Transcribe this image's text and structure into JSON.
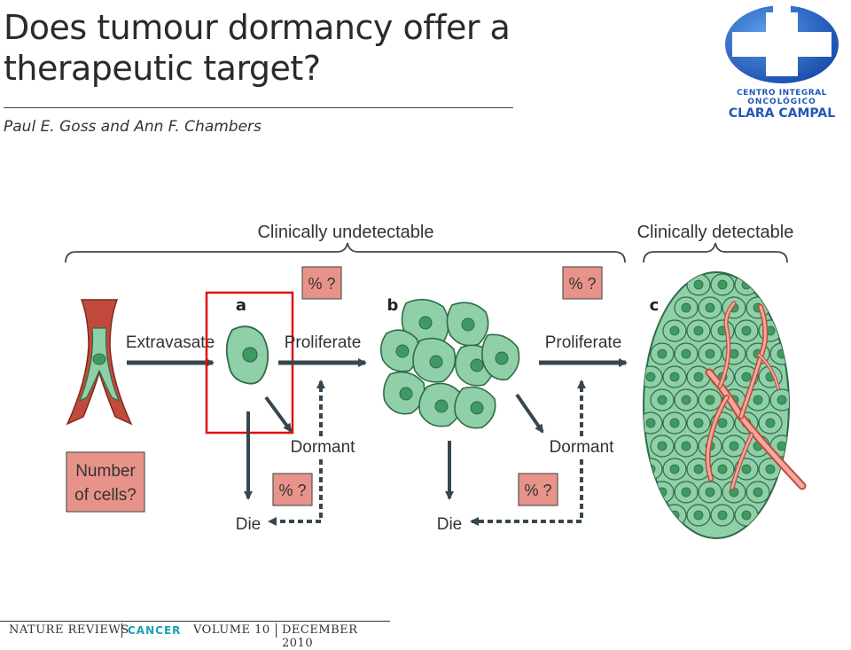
{
  "slide": {
    "title_line1": "Does tumour dormancy offer a",
    "title_line2": "therapeutic target?",
    "authors": "Paul E. Goss and Ann F. Chambers"
  },
  "logo": {
    "line1": "CENTRO INTEGRAL",
    "line2": "ONCOLÓGICO",
    "line3": "CLARA CAMPAL",
    "icon": "blue-cross-logo-icon",
    "color": "#1f58b8"
  },
  "diagram": {
    "brace_left_label": "Clinically undetectable",
    "brace_right_label": "Clinically detectable",
    "stage_a": "a",
    "stage_b": "b",
    "stage_c": "c",
    "extravasate": "Extravasate",
    "proliferate_1": "Proliferate",
    "proliferate_2": "Proliferate",
    "dormant_1": "Dormant",
    "dormant_2": "Dormant",
    "die_1": "Die",
    "die_2": "Die",
    "percent_box": "% ?",
    "number_of_cells_line1": "Number",
    "number_of_cells_line2": "of cells?",
    "colors": {
      "cell_fill": "#8fd0a8",
      "cell_stroke": "#2f6b46",
      "nucleus": "#3f9a62",
      "box_fill": "#e8938a",
      "vessel": "#c24a3c",
      "arrow": "#37474f",
      "highlight": "#dd1111"
    }
  },
  "footer": {
    "journal": "NATURE REVIEWS",
    "section": "CANCER",
    "volume": "VOLUME 10",
    "date": "DECEMBER 2010"
  }
}
